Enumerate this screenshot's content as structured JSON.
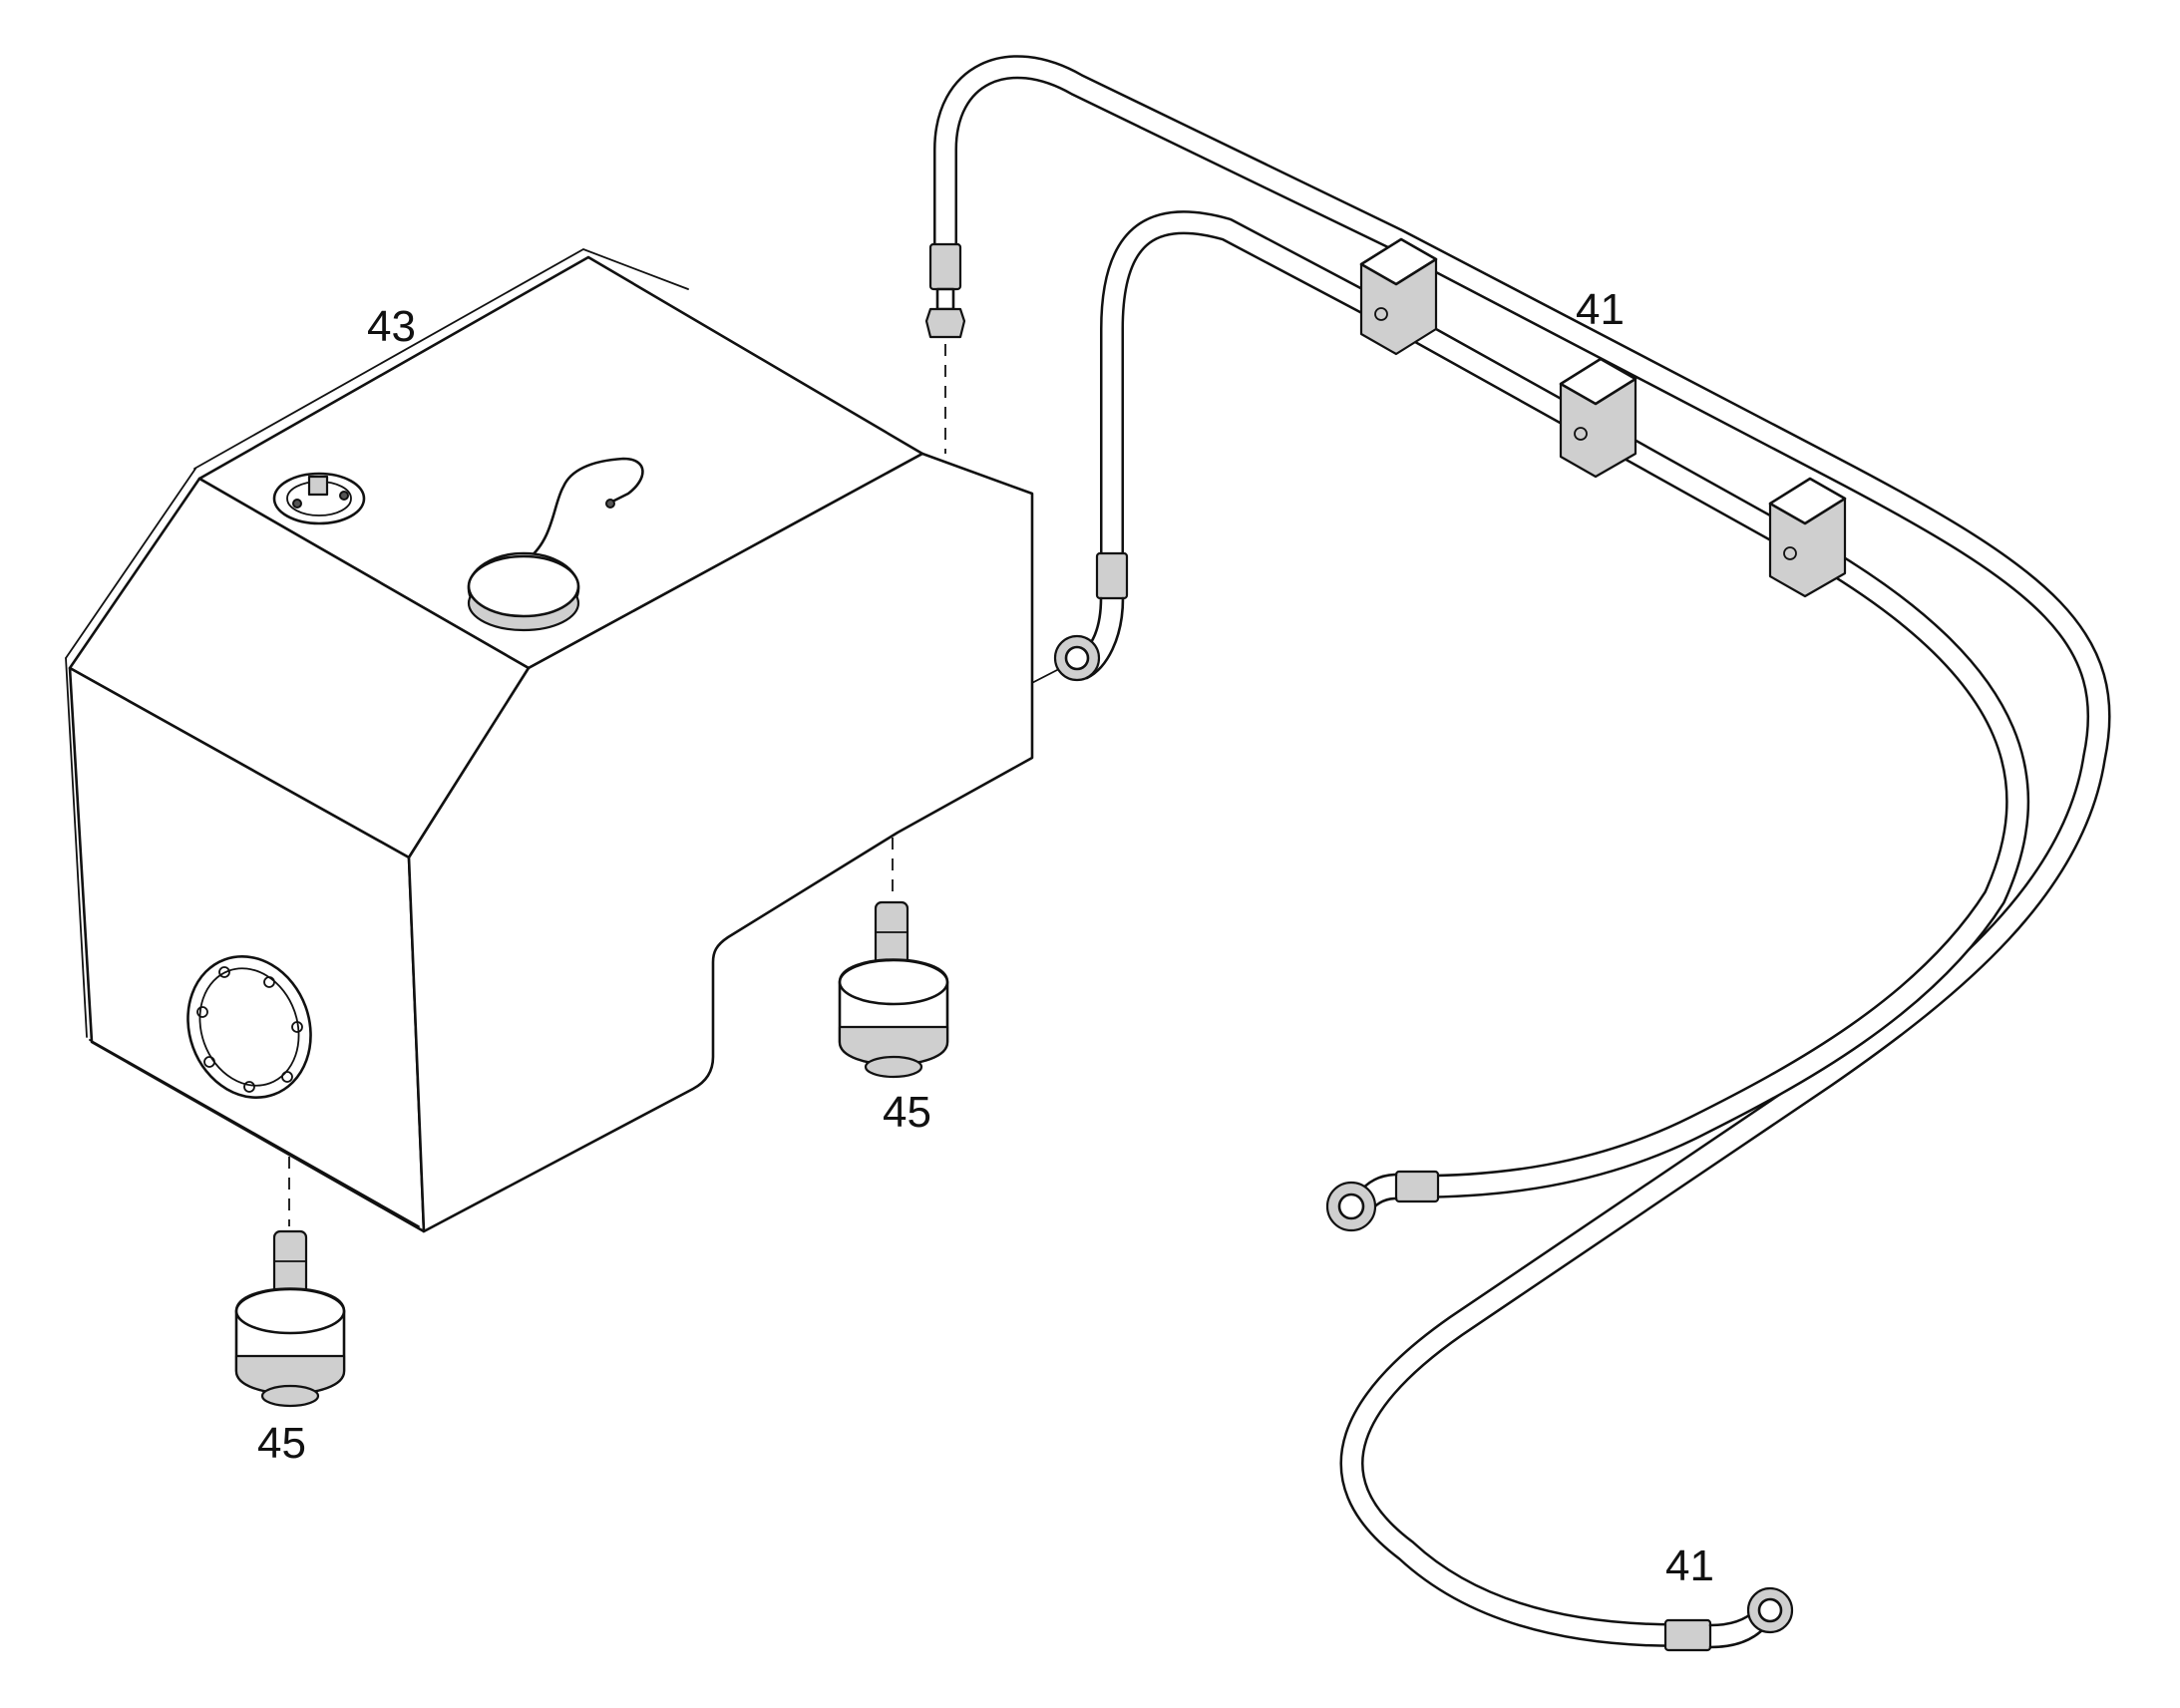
{
  "callouts": {
    "tank": "43",
    "hose_upper": "41",
    "hose_lower": "41",
    "mount_right": "45",
    "mount_left": "45"
  }
}
